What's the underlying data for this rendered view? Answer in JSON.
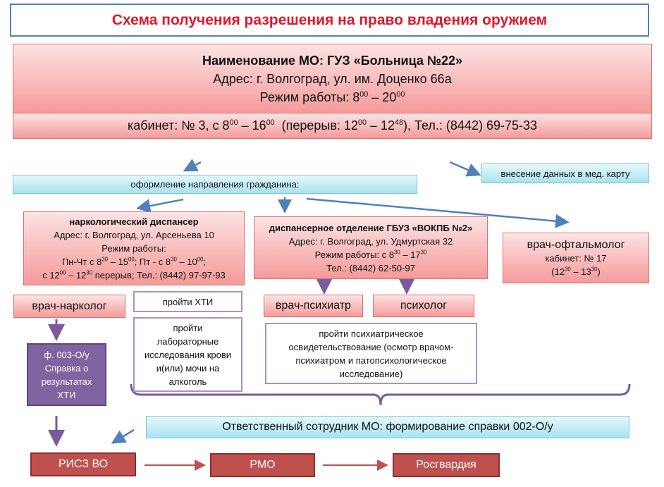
{
  "title": "Схема получения разрешения на право владения оружием",
  "mo": {
    "name": "Наименование МО: ГУЗ «Больница №22»",
    "address": "Адрес: г. Волгоград, ул. им. Доценко 66а",
    "hours": [
      {
        "t": "Режим работы: 8"
      },
      {
        "t": "00",
        "sup": true
      },
      {
        "t": " – 20"
      },
      {
        "t": "00",
        "sup": true
      }
    ],
    "cabinet": [
      {
        "t": "кабинет: № 3, с 8"
      },
      {
        "t": "00",
        "sup": true
      },
      {
        "t": " – 16"
      },
      {
        "t": "00",
        "sup": true
      },
      {
        "t": "  (перерыв: 12"
      },
      {
        "t": "00",
        "sup": true
      },
      {
        "t": " – 12"
      },
      {
        "t": "48",
        "sup": true
      },
      {
        "t": "), Тел.: (8442) 69-75-33"
      }
    ]
  },
  "med_card": "внесение данных в мед. карту",
  "referral": "оформление направления гражданина:",
  "narco": {
    "name": "наркологический диспансер",
    "address": "Адрес: г. Волгоград, ул. Арсеньева 10",
    "hours_label": "Режим работы:",
    "hours": [
      {
        "t": "Пн-Чт с 8"
      },
      {
        "t": "30",
        "sup": true
      },
      {
        "t": " – 15"
      },
      {
        "t": "00",
        "sup": true
      },
      {
        "t": "; Пт - с 8"
      },
      {
        "t": "30",
        "sup": true
      },
      {
        "t": " – 10"
      },
      {
        "t": "00",
        "sup": true
      },
      {
        "t": ";"
      }
    ],
    "break": [
      {
        "t": "с 12"
      },
      {
        "t": "00",
        "sup": true
      },
      {
        "t": " – 12"
      },
      {
        "t": "30",
        "sup": true
      },
      {
        "t": " перерыв; Тел.: (8442) 97-97-93"
      }
    ]
  },
  "disp": {
    "name": "диспансерное отделение ГБУЗ «ВОКПБ №2»",
    "address": "Адрес: г. Волгоград, ул. Удмуртская 32",
    "hours": [
      {
        "t": "Режим работы: с 8"
      },
      {
        "t": "30",
        "sup": true
      },
      {
        "t": " – 17"
      },
      {
        "t": "30",
        "sup": true
      }
    ],
    "phone": "Тел.: (8442) 62-50-97"
  },
  "ophth": {
    "name": "врач-офтальмолог",
    "cabinet": "кабинет: № 17",
    "hours": [
      {
        "t": "(12"
      },
      {
        "t": "30",
        "sup": true
      },
      {
        "t": " – 13"
      },
      {
        "t": "30",
        "sup": true
      },
      {
        "t": ")"
      }
    ]
  },
  "narcologist": "врач-нарколог",
  "hti": "пройти ХТИ",
  "lab": "пройти лабораторные исследования крови и(или) мочи на алкоголь",
  "psychiatrist": "врач-психиатр",
  "psychologist": "психолог",
  "psych_exam": "пройти психиатрическое освидетельствование (осмотр врачом-психиатром и патопсихологическое исследование)",
  "form003": "ф. 003-О/у Справка о результатах ХТИ",
  "responsible": "Ответственный сотрудник МО: формирование справки 002-О/у",
  "bottom": [
    "РИСЗ ВО",
    "РМО",
    "Росгвардия"
  ]
}
